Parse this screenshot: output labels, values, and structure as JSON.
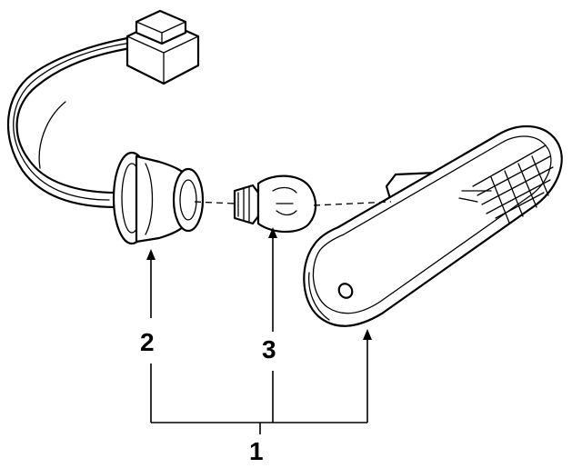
{
  "callouts": {
    "c1": "1",
    "c2": "2",
    "c3": "3"
  },
  "colors": {
    "ink": "#000000",
    "background": "#ffffff"
  }
}
